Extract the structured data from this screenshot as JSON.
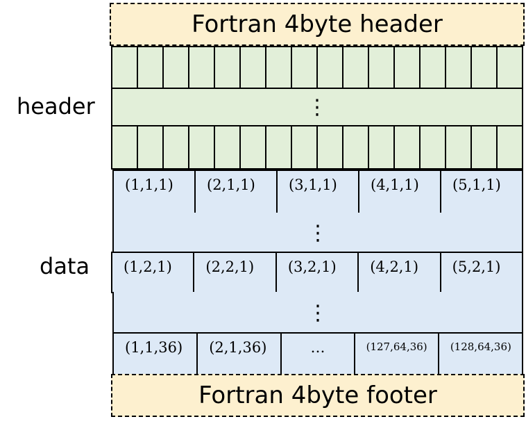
{
  "top_label": "Fortran 4byte header",
  "bottom_label": "Fortran 4byte footer",
  "side_labels": {
    "header": "header",
    "data": "data"
  },
  "header_ellipsis": "⋮",
  "data_ellipsis": "⋮",
  "data_rows": [
    {
      "cells": [
        "(1,1,1)",
        "(2,1,1)",
        "(3,1,1)",
        "(4,1,1)",
        "(5,1,1)"
      ]
    },
    {
      "cells": [
        "(1,2,1)",
        "(2,2,1)",
        "(3,2,1)",
        "(4,2,1)",
        "(5,2,1)"
      ]
    },
    {
      "cells": [
        "(1,1,36)",
        "(2,1,36)",
        "…",
        "(127,64,36)",
        "(128,64,36)"
      ]
    }
  ]
}
